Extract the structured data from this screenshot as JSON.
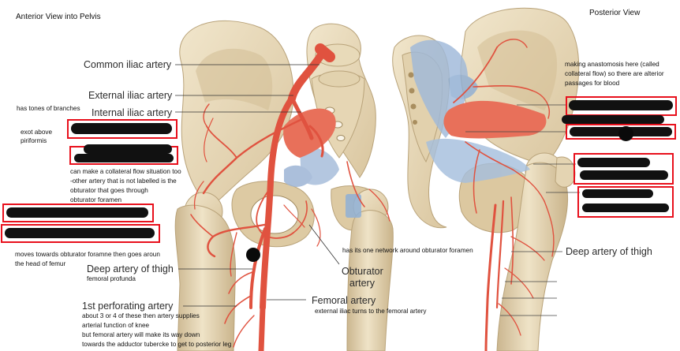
{
  "anterior": {
    "title": "Anterior View into Pelvis",
    "labels": {
      "common_iliac": "Common iliac artery",
      "external_iliac": "External iliac artery",
      "internal_iliac": "Internal iliac artery",
      "deep_thigh": "Deep artery of thigh",
      "obturator_line1": "Obturator",
      "obturator_line2": "artery",
      "femoral": "Femoral artery",
      "first_perforating": "1st perforating artery"
    },
    "notes": {
      "tones_of_branches": "has tones of branches",
      "exot_line1": "exot above",
      "exot_line2": "piriformis",
      "collateral_line1": "can make a collateral flow situation too",
      "collateral_line2": "-other artery that is not labelled is the",
      "collateral_line3": "obturator that goes through",
      "collateral_line4": "obturator foramen",
      "moves_line1": "moves towards obturator foramne then goes aroun",
      "moves_line2": "the head of femur",
      "femoral_profunda": "femoral profunda",
      "network": "has its one network around obturator foramen",
      "ext_to_femoral": "external iliac turns to the femoral artery",
      "perf_line1": "about 3 or 4 of these then artery supplies",
      "perf_line2": "arterial function of knee",
      "perf_line3": "but femoral artery will make its way down",
      "perf_line4": "towards the adductor tubercke to get to posterior leg"
    }
  },
  "posterior": {
    "title": "Posterior View",
    "labels": {
      "deep_thigh": "Deep artery of thigh"
    },
    "notes": {
      "anast_line1": "making anastomosis here (called",
      "anast_line2": "collateral flow) so there are alterior",
      "anast_line3": "passages for blood"
    }
  },
  "colors": {
    "bone": "#e9dcc0",
    "bone_shade": "#cdb993",
    "artery": "#e0523f",
    "muscle": "#e8705a",
    "ligament": "#9db8d8",
    "annotation_box": "#e8101c"
  }
}
